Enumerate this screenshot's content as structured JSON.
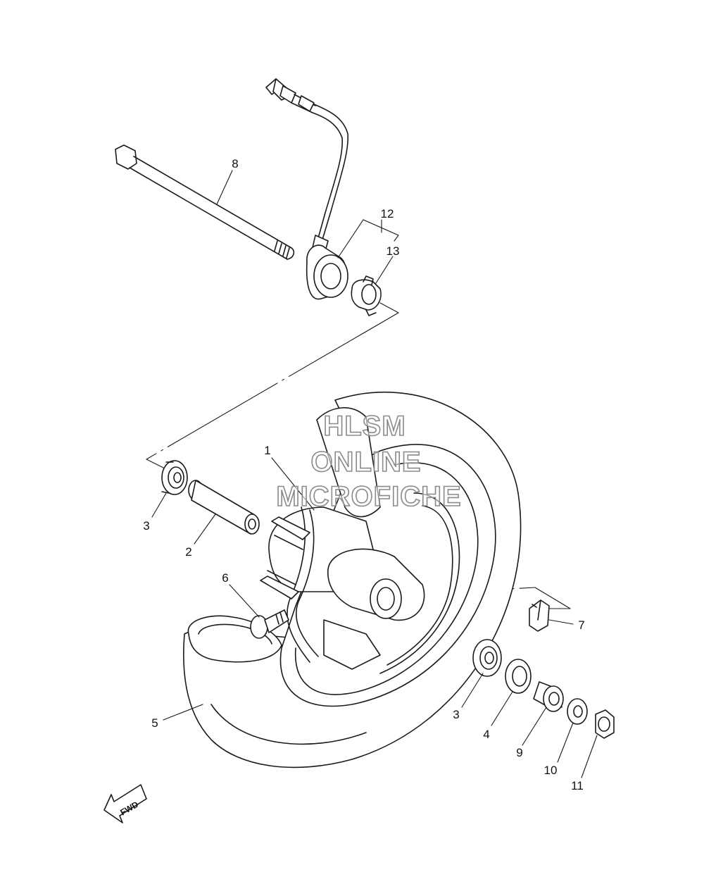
{
  "watermark": {
    "line1": "HLSM",
    "line2": "ONLINE",
    "line3": "MICROFICHE"
  },
  "direction_marker": {
    "label": "FWD"
  },
  "callouts": [
    {
      "id": "c1",
      "label": "1"
    },
    {
      "id": "c2",
      "label": "2"
    },
    {
      "id": "c3a",
      "label": "3"
    },
    {
      "id": "c3b",
      "label": "3"
    },
    {
      "id": "c4",
      "label": "4"
    },
    {
      "id": "c5",
      "label": "5"
    },
    {
      "id": "c6",
      "label": "6"
    },
    {
      "id": "c7",
      "label": "7"
    },
    {
      "id": "c8",
      "label": "8"
    },
    {
      "id": "c9",
      "label": "9"
    },
    {
      "id": "c10",
      "label": "10"
    },
    {
      "id": "c11",
      "label": "11"
    },
    {
      "id": "c12",
      "label": "12"
    },
    {
      "id": "c13",
      "label": "13"
    }
  ]
}
